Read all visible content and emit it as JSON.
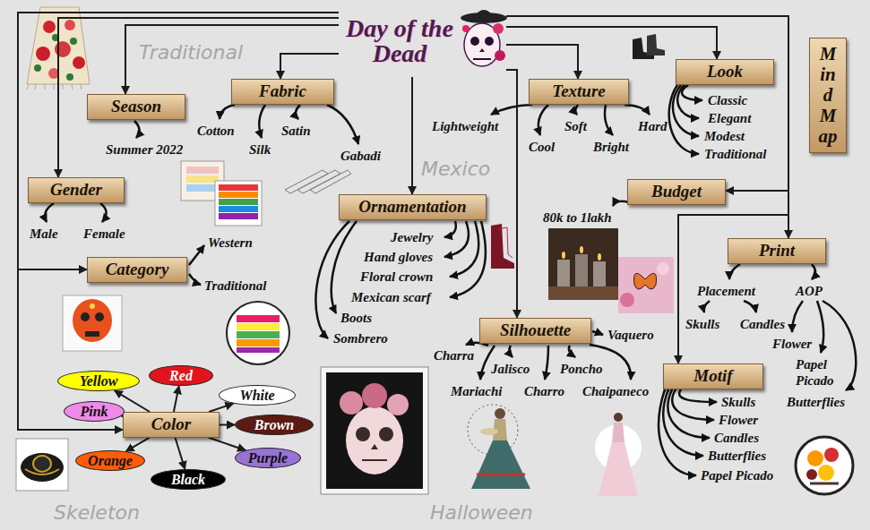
{
  "diagram": {
    "nodes": [
      {
        "text": [
          "Day of the Dead"
        ]
      },
      {
        "text": [
          "Season"
        ]
      },
      {
        "text": [
          "Fabric"
        ]
      },
      {
        "text": [
          "Texture"
        ]
      },
      {
        "text": [
          "Look"
        ]
      },
      {
        "text": [
          "Mind Map"
        ]
      },
      {
        "text": [
          "Gender"
        ]
      },
      {
        "text": [
          "Budget"
        ]
      },
      {
        "text": [
          "Ornamentation"
        ]
      },
      {
        "text": [
          "Category"
        ]
      },
      {
        "text": [
          "Print"
        ]
      },
      {
        "text": [
          "Silhouette"
        ]
      },
      {
        "text": [
          "Motif"
        ]
      },
      {
        "text": [
          "Color"
        ]
      },
      {
        "text": [
          "Yellow"
        ]
      },
      {
        "text": [
          "Red"
        ]
      },
      {
        "text": [
          "White"
        ]
      },
      {
        "text": [
          "Pink"
        ]
      },
      {
        "text": [
          "Brown"
        ]
      },
      {
        "text": [
          "Orange"
        ]
      },
      {
        "text": [
          "Purple"
        ]
      },
      {
        "text": [
          "Black"
        ]
      }
    ],
    "edges": [
      {
        "from": 0,
        "to": 1,
        "arrow": "to"
      },
      {
        "from": 0,
        "to": 6,
        "arrow": "to"
      },
      {
        "from": 0,
        "to": 9,
        "arrow": "to"
      },
      {
        "from": 0,
        "to": 13,
        "arrow": "to"
      },
      {
        "from": 0,
        "to": 2,
        "arrow": "to"
      },
      {
        "from": 0,
        "to": 8,
        "arrow": "to"
      },
      {
        "from": 0,
        "to": 3,
        "arrow": "to"
      },
      {
        "from": 0,
        "to": 4,
        "arrow": "to"
      },
      {
        "from": 0,
        "to": 7,
        "arrow": "to"
      },
      {
        "from": 0,
        "to": 10,
        "arrow": "to"
      },
      {
        "from": 0,
        "to": 11,
        "arrow": "to"
      },
      {
        "from": 0,
        "to": 12,
        "arrow": "to"
      },
      {
        "from": 13,
        "to": 14,
        "arrow": "to"
      },
      {
        "from": 13,
        "to": 15,
        "arrow": "to"
      },
      {
        "from": 13,
        "to": 16,
        "arrow": "to"
      },
      {
        "from": 13,
        "to": 17,
        "arrow": "to"
      },
      {
        "from": 13,
        "to": 18,
        "arrow": "to"
      },
      {
        "from": 13,
        "to": 19,
        "arrow": "to"
      },
      {
        "from": 13,
        "to": 20,
        "arrow": "to"
      },
      {
        "from": 13,
        "to": 21,
        "arrow": "to"
      }
    ],
    "labels": [
      "Summer 2022",
      "Male",
      "Female",
      "Western",
      "Traditional",
      "Cotton",
      "Silk",
      "Satin",
      "Gabadi",
      "Lightweight",
      "Cool",
      "Soft",
      "Bright",
      "Hard",
      "Classic",
      "Elegant",
      "Modest",
      "Traditional",
      "80k to 1lakh",
      "Jewelry",
      "Hand gloves",
      "Floral crown",
      "Mexican scarf",
      "Boots",
      "Sombrero",
      "Placement",
      "AOP",
      "Skulls",
      "Candles",
      "Flower",
      "Papel Picado",
      "Butterflies",
      "Charra",
      "Jalisco",
      "Poncho",
      "Vaquero",
      "Mariachi",
      "Charro",
      "Chaipaneco",
      "Skulls",
      "Flower",
      "Candles",
      "Butterflies",
      "Papel Picado",
      "Traditional",
      "Mexico",
      "Skeleton",
      "Halloween"
    ]
  }
}
